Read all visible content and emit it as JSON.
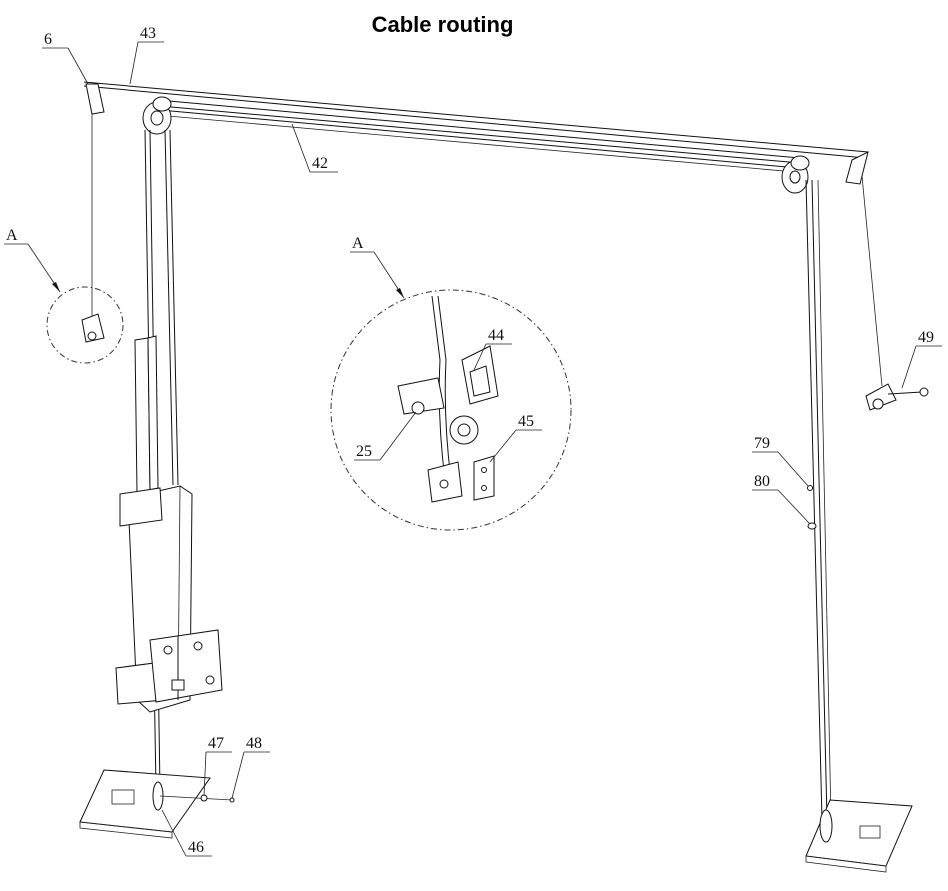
{
  "title": "Cable routing",
  "callouts": {
    "c6": "6",
    "c43": "43",
    "c42": "42",
    "cA_left": "A",
    "cA_detail": "A",
    "c44": "44",
    "c25": "25",
    "c45": "45",
    "c49": "49",
    "c79": "79",
    "c80": "80",
    "c47": "47",
    "c48": "48",
    "c46": "46"
  }
}
